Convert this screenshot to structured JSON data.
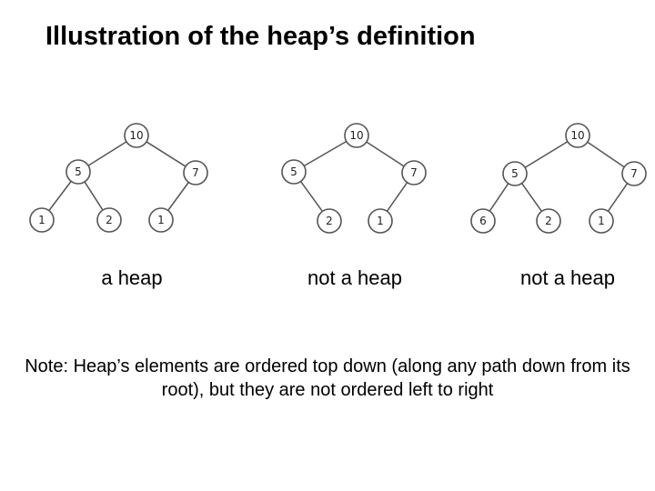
{
  "title": "Illustration of the heap’s definition",
  "trees": [
    {
      "caption": "a heap",
      "nodes": [
        {
          "id": "r",
          "value": "10"
        },
        {
          "id": "a",
          "value": "5"
        },
        {
          "id": "b",
          "value": "7"
        },
        {
          "id": "aa",
          "value": "1"
        },
        {
          "id": "ab",
          "value": "2"
        },
        {
          "id": "ba",
          "value": "1"
        }
      ],
      "edges": [
        [
          "r",
          "a"
        ],
        [
          "r",
          "b"
        ],
        [
          "a",
          "aa"
        ],
        [
          "a",
          "ab"
        ],
        [
          "b",
          "ba"
        ]
      ]
    },
    {
      "caption": "not a heap",
      "nodes": [
        {
          "id": "r",
          "value": "10"
        },
        {
          "id": "a",
          "value": "5"
        },
        {
          "id": "b",
          "value": "7"
        },
        {
          "id": "ab",
          "value": "2"
        },
        {
          "id": "ba",
          "value": "1"
        }
      ],
      "edges": [
        [
          "r",
          "a"
        ],
        [
          "r",
          "b"
        ],
        [
          "a",
          "ab"
        ],
        [
          "b",
          "ba"
        ]
      ]
    },
    {
      "caption": "not a heap",
      "nodes": [
        {
          "id": "r",
          "value": "10"
        },
        {
          "id": "a",
          "value": "5"
        },
        {
          "id": "b",
          "value": "7"
        },
        {
          "id": "aa",
          "value": "6"
        },
        {
          "id": "ab",
          "value": "2"
        },
        {
          "id": "ba",
          "value": "1"
        }
      ],
      "edges": [
        [
          "r",
          "a"
        ],
        [
          "r",
          "b"
        ],
        [
          "a",
          "aa"
        ],
        [
          "a",
          "ab"
        ],
        [
          "b",
          "ba"
        ]
      ]
    }
  ],
  "note": "Note: Heap’s elements are ordered top down (along any path down from its root), but they are not ordered left to right"
}
